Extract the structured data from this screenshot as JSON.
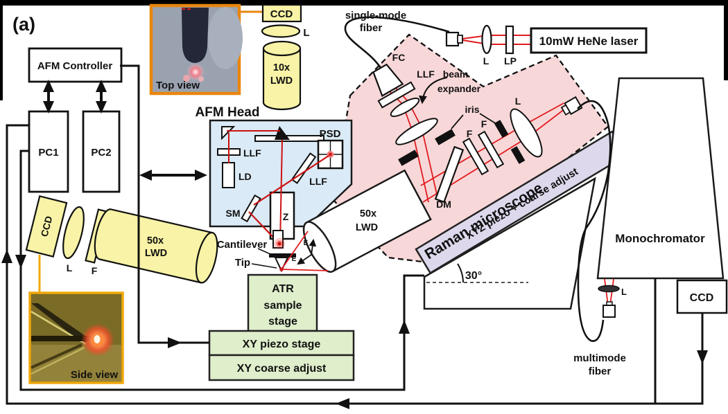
{
  "panel_label": "(a)",
  "colors": {
    "yellow_optics": "#f8f3a6",
    "afm_head_blue": "#daeaf6",
    "raman_pink": "#f8d7d8",
    "stage_green": "#dfeecb",
    "xyz_purple": "#ddd8ec",
    "beam_red": "#e11b1e",
    "inset_border_orange": "#e8860d",
    "wire_black": "#111111"
  },
  "control": {
    "afm_controller": "AFM Controller",
    "pc1": "PC1",
    "pc2": "PC2"
  },
  "insets": {
    "top_view": "Top view",
    "side_view": "Side view"
  },
  "top_path": {
    "ccd": "CCD",
    "lens": "L",
    "objective_line1": "10x",
    "objective_line2": "LWD"
  },
  "afm_head": {
    "title": "AFM Head",
    "psd": "PSD",
    "llf_left": "LLF",
    "ld": "LD",
    "llf_diag": "LLF",
    "sm": "SM",
    "z": "Z",
    "cantilever": "Cantilever",
    "tip": "Tip",
    "e1": "E",
    "e2": "E"
  },
  "laser": {
    "label": "10mW HeNe laser",
    "lens": "L",
    "lp": "LP",
    "fiber_line1": "single-mode",
    "fiber_line2": "fiber"
  },
  "raman": {
    "title": "Raman microscope",
    "fc": "FC",
    "llf": "LLF",
    "expander_line1": "beam",
    "expander_line2": "expander",
    "iris": "iris",
    "lens": "L",
    "f1": "F",
    "f2": "F",
    "dm": "DM"
  },
  "objective_50x": {
    "line1": "50x",
    "line2": "LWD"
  },
  "left_path": {
    "ccd": "CCD",
    "lens": "L",
    "filter": "F",
    "objective_line1": "50x",
    "objective_line2": "LWD"
  },
  "stage": {
    "atr_line1": "ATR",
    "atr_line2": "sample",
    "atr_line3": "stage",
    "xy_piezo": "XY piezo stage",
    "xy_coarse": "XY coarse adjust",
    "xyz": "XYZ piezo + coarse adjust",
    "angle": "30°"
  },
  "detection": {
    "monochromator": "Monochromator",
    "ccd": "CCD",
    "lens": "L",
    "fiber_line1": "multimode",
    "fiber_line2": "fiber"
  }
}
